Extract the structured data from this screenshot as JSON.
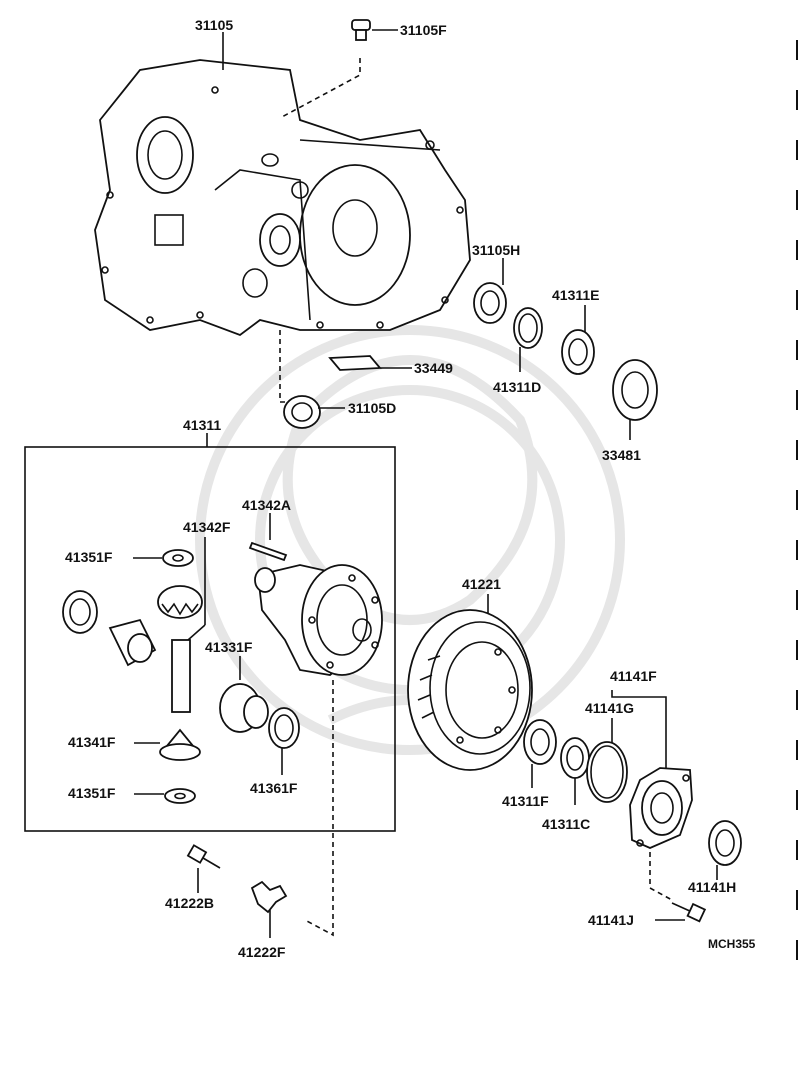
{
  "diagram_code": "MCH355",
  "group_box_label": "41311",
  "parts": [
    {
      "id": "31105",
      "label": "31105"
    },
    {
      "id": "31105F",
      "label": "31105F"
    },
    {
      "id": "31105H",
      "label": "31105H"
    },
    {
      "id": "41311E",
      "label": "41311E"
    },
    {
      "id": "33449",
      "label": "33449"
    },
    {
      "id": "41311D",
      "label": "41311D"
    },
    {
      "id": "31105D",
      "label": "31105D"
    },
    {
      "id": "33481",
      "label": "33481"
    },
    {
      "id": "41342A",
      "label": "41342A"
    },
    {
      "id": "41342F",
      "label": "41342F"
    },
    {
      "id": "41351F_top",
      "label": "41351F"
    },
    {
      "id": "41331F",
      "label": "41331F"
    },
    {
      "id": "41341F",
      "label": "41341F"
    },
    {
      "id": "41351F_bottom",
      "label": "41351F"
    },
    {
      "id": "41361F",
      "label": "41361F"
    },
    {
      "id": "41221",
      "label": "41221"
    },
    {
      "id": "41141F",
      "label": "41141F"
    },
    {
      "id": "41141G",
      "label": "41141G"
    },
    {
      "id": "41311F",
      "label": "41311F"
    },
    {
      "id": "41311C",
      "label": "41311C"
    },
    {
      "id": "41141H",
      "label": "41141H"
    },
    {
      "id": "41141J",
      "label": "41141J"
    },
    {
      "id": "41222B",
      "label": "41222B"
    },
    {
      "id": "41222F",
      "label": "41222F"
    }
  ]
}
